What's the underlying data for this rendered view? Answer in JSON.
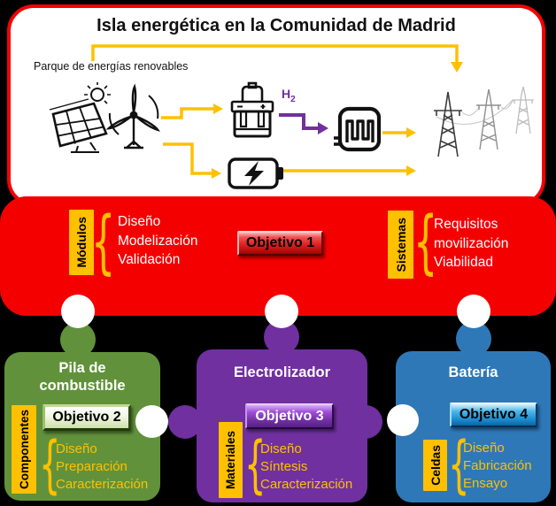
{
  "title": "Isla energética en la Comunidad de Madrid",
  "park": {
    "label": "Parque de energías renovables",
    "h2": "H",
    "h2_sub": "2"
  },
  "icon_names": [
    "sun-icon",
    "solar-panel-icon",
    "wind-turbine-icon",
    "electrolyzer-icon",
    "fuel-cell-icon",
    "battery-icon",
    "transmission-towers-icon",
    "flow-arrow-icon"
  ],
  "band": {
    "left_tag": "Módulos",
    "left_items": [
      "Diseño",
      "Modelización",
      "Validación"
    ],
    "objective": "Objetivo 1",
    "right_tag": "Sistemas",
    "right_items": [
      "Requisitos",
      "movilización",
      "Viabilidad"
    ]
  },
  "pieces": [
    {
      "title": "Pila de combustible",
      "objective": "Objetivo 2",
      "tag": "Componentes",
      "items": [
        "Diseño",
        "Preparación",
        "Caracterización"
      ],
      "color": "#61923B"
    },
    {
      "title": "Electrolizador",
      "objective": "Objetivo 3",
      "tag": "Materiales",
      "items": [
        "Diseño",
        "Síntesis",
        "Caracterización"
      ],
      "color": "#7030A0"
    },
    {
      "title": "Batería",
      "objective": "Objetivo 4",
      "tag": "Celdas",
      "items": [
        "Diseño",
        "Fabricación",
        "Ensayo"
      ],
      "color": "#2E78B8"
    }
  ],
  "colors": {
    "background": "#000000",
    "band_red": "#F50000",
    "gold": "#FFC000",
    "hydrogen_purple": "#7030A0",
    "fuel_cell_green": "#61923B",
    "electrolyzer_purple": "#7030A0",
    "battery_blue": "#2E78B8"
  }
}
